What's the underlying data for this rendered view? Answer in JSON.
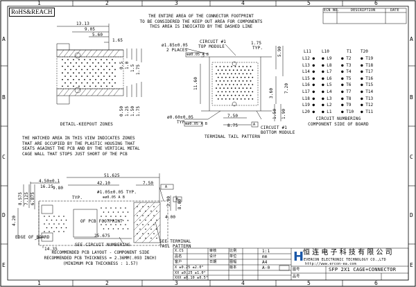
{
  "frame": {
    "col_numbers": [
      "1",
      "2",
      "3",
      "4",
      "5",
      "6"
    ],
    "row_letters": [
      "A",
      "B",
      "C",
      "D",
      "E"
    ]
  },
  "stamp": "RoHS&REACH",
  "revision_table": {
    "headers": [
      "ECN NO.",
      "DESCRIPTION",
      "DATE"
    ]
  },
  "notes": {
    "keepout": [
      "THE ENTIRE AREA OF THE CONNECTOR FOOTPRINT",
      "TO BE CONSIDERED THE KEEP OUT AREA FOR COMPONENTS",
      "THIS AREA IS INDICATED BY THE DASHED LINE"
    ],
    "hatched": [
      "THE HATCHED AREA IN THIS VIEW INDICATES ZONES",
      "THAT ARE OCCUPIED BY THE PLASTIC HOUSING THAT",
      "SEATS AGAINST THE PCB AND BY THE VERTICAL METAL",
      "CAGE WALL THAT STOPS JUST SHORT OF THE PCB"
    ],
    "recommended": [
      "RECOMMENDED PCB LAYOUT - COMPONENT SIDE",
      "RECOMMENDED PCB THICKNESS = 2.36MM(.093 INCH)",
      "(MINIMUM PCB THICKNESS : 1.57)"
    ]
  },
  "detail_keepout": {
    "title": "DETAIL-KEEPOUT ZONES",
    "dims": [
      "13.13",
      "9.05",
      "5.60",
      "1.65",
      "0.5",
      "1.0",
      "1.5",
      "1.75",
      "0.50",
      "1.25",
      "1.50",
      "1.75"
    ]
  },
  "terminal_tail": {
    "title": "TERMINAL TAIL PATTERN",
    "hole_note_1": "ø1.85±0.05",
    "hole_note_2": "2 PLACES",
    "hole_tol_1": "⊕ø0.05 A B",
    "circuit_top_1": "CIRCUIT #1",
    "circuit_top_2": "TOP MODULE",
    "pin_note": "ø0.60±0.05",
    "pin_note_typ": "TYP.",
    "pin_tol": "⊕ø0.05 A B",
    "circuit_bot_1": "CIRCUIT #1",
    "circuit_bot_2": "BOTTOM MODULE",
    "dims": [
      "1.75",
      "TYP.",
      "5.90",
      "11.60",
      "7.20",
      "3.60",
      "1.50",
      "1.90",
      "7.50",
      "8.75",
      "A"
    ]
  },
  "circuit_numbering": {
    "title_1": "CIRCUIT NUMBERING",
    "title_2": "COMPONENT SIDE OF BOARD",
    "header_left": [
      "L11",
      "L10"
    ],
    "header_right": [
      "T1",
      "T20"
    ],
    "left_col": [
      "L12",
      "L13",
      "L14",
      "L15",
      "L16",
      "L17",
      "L18",
      "L19",
      "L20"
    ],
    "mid_left": [
      "L9",
      "L8",
      "L7",
      "L6",
      "L5",
      "L4",
      "L3",
      "L2",
      "L1"
    ],
    "mid_right": [
      "T2",
      "T3",
      "T4",
      "T5",
      "T6",
      "T7",
      "T8",
      "T9",
      "T10"
    ],
    "right_col": [
      "T19",
      "T18",
      "T17",
      "T16",
      "T15",
      "T14",
      "T13",
      "T12",
      "T11"
    ]
  },
  "layout": {
    "dims": [
      "4.50±0.1",
      "51.625",
      "42.10",
      "7.50",
      "16.25",
      "9.80",
      "TYP.",
      "8.575",
      "7.125",
      "6.875",
      "4.20",
      "3.00",
      "8.00",
      "4.00",
      "14.35",
      "25.675",
      "A",
      "B"
    ],
    "via_note": "#1.05±0.05 TYP.",
    "via_tol": "⊕ø0.05 A B",
    "pcb_footprint": "OF PCB FOOTPRINT",
    "edge": "EDGE OF BOARD",
    "see_circuit": "SEE CIRCUIT NUMBERING",
    "see_terminal_1": "SEE TERMINAL",
    "see_terminal_2": "TAIL PATTERN"
  },
  "title_block": {
    "company_cn": "恒 连 电 子 科 技 有 限 公 司",
    "company_en": "EVERCON ELECTRONIC TECHNOLOGY CO.,LTD",
    "website": "http://www.ercon-ea.com",
    "title": "SFP 2X1 CAGE+CONNECTOR",
    "scale": "1:1",
    "unit": "mm",
    "size": "A4",
    "rev": "A-0",
    "tol_rows": [
      "X   ±0.25 ±2.0°",
      "XX  ±0.25 ±1.0°",
      "XXX ±0.10 ±0.5°"
    ],
    "labels": [
      "X.CS",
      "比例",
      "单位",
      "图幅",
      "版本",
      "品名",
      "客户",
      "审核",
      "设计",
      "日期",
      "图号",
      "品号"
    ]
  }
}
